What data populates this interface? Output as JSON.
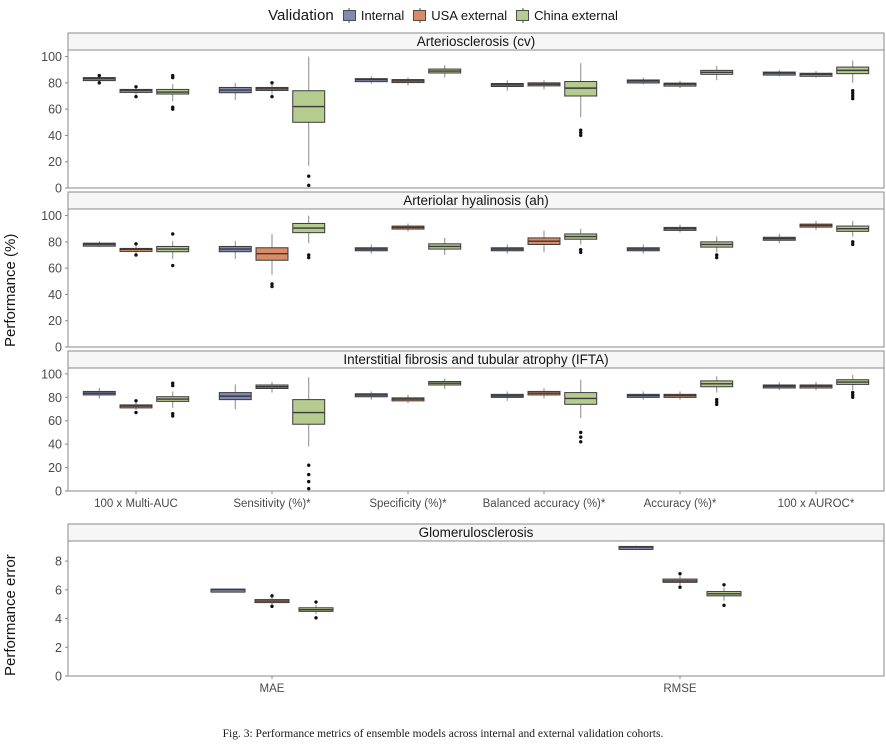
{
  "legend": {
    "title": "Validation",
    "items": [
      {
        "label": "Internal",
        "color": "#8289b5"
      },
      {
        "label": "USA external",
        "color": "#d98b63"
      },
      {
        "label": "China external",
        "color": "#b5cc8e"
      }
    ]
  },
  "axis_titles": {
    "y_top": "Performance (%)",
    "y_bottom": "Performance error"
  },
  "caption": "Fig. 3: Performance metrics of ensemble models across internal and external validation cohorts.",
  "chart_data": {
    "type": "box",
    "title": "Performance metrics of ensemble models across internal and external validation cohorts",
    "ylabel": "Performance (%)",
    "legend_position": "top",
    "grid": false,
    "series_names": [
      "Internal",
      "USA external",
      "China external"
    ],
    "series_colors": [
      "#8289b5",
      "#d98b63",
      "#b5cc8e"
    ],
    "panels": [
      {
        "title": "Arteriosclerosis (cv)",
        "ylabel": "Performance (%)",
        "ylim": [
          0,
          105
        ],
        "yticks": [
          0,
          20,
          40,
          60,
          80,
          100
        ],
        "categories": [
          "100 x Multi-AUC",
          "Sensitivity (%)*",
          "Specificity (%)*",
          "Balanced accuracy (%)*",
          "Accuracy (%)*",
          "100 x AUROC*"
        ],
        "boxes": [
          {
            "category": "100 x Multi-AUC",
            "series": "Internal",
            "min": 80.5,
            "q1": 82.5,
            "median": 83.3,
            "q3": 84.0,
            "max": 85.0,
            "outliers": [
              80.0,
              85.5
            ]
          },
          {
            "category": "100 x Multi-AUC",
            "series": "USA external",
            "min": 70.5,
            "q1": 73.3,
            "median": 74.2,
            "q3": 75.0,
            "max": 76.5,
            "outliers": [
              69.5,
              77.0
            ]
          },
          {
            "category": "100 x Multi-AUC",
            "series": "China external",
            "min": 66.0,
            "q1": 71.5,
            "median": 73.0,
            "q3": 75.0,
            "max": 79.0,
            "outliers": [
              60.0,
              61.5,
              84.0,
              85.5
            ]
          },
          {
            "category": "Sensitivity (%)*",
            "series": "Internal",
            "min": 67.0,
            "q1": 72.5,
            "median": 74.5,
            "q3": 76.5,
            "max": 80.0,
            "outliers": []
          },
          {
            "category": "Sensitivity (%)*",
            "series": "USA external",
            "min": 71.0,
            "q1": 74.5,
            "median": 75.5,
            "q3": 76.5,
            "max": 78.5,
            "outliers": [
              69.5,
              80.0
            ]
          },
          {
            "category": "Sensitivity (%)*",
            "series": "China external",
            "min": 17.0,
            "q1": 50.0,
            "median": 62.0,
            "q3": 74.0,
            "max": 100.0,
            "outliers": [
              2.0,
              9.0
            ]
          },
          {
            "category": "Specificity (%)*",
            "series": "Internal",
            "min": 79.5,
            "q1": 81.8,
            "median": 82.5,
            "q3": 83.2,
            "max": 85.0,
            "outliers": []
          },
          {
            "category": "Specificity (%)*",
            "series": "USA external",
            "min": 78.0,
            "q1": 80.5,
            "median": 81.5,
            "q3": 82.5,
            "max": 84.0,
            "outliers": []
          },
          {
            "category": "Specificity (%)*",
            "series": "China external",
            "min": 84.0,
            "q1": 87.5,
            "median": 89.0,
            "q3": 90.5,
            "max": 93.5,
            "outliers": []
          },
          {
            "category": "Balanced accuracy (%)*",
            "series": "Internal",
            "min": 74.0,
            "q1": 77.5,
            "median": 78.5,
            "q3": 79.5,
            "max": 82.0,
            "outliers": []
          },
          {
            "category": "Balanced accuracy (%)*",
            "series": "USA external",
            "min": 75.0,
            "q1": 78.0,
            "median": 79.0,
            "q3": 80.0,
            "max": 82.0,
            "outliers": []
          },
          {
            "category": "Balanced accuracy (%)*",
            "series": "China external",
            "min": 54.0,
            "q1": 70.0,
            "median": 76.0,
            "q3": 81.0,
            "max": 95.0,
            "outliers": [
              40.0,
              42.0,
              44.0
            ]
          },
          {
            "category": "Accuracy (%)*",
            "series": "Internal",
            "min": 79.0,
            "q1": 80.8,
            "median": 81.5,
            "q3": 82.2,
            "max": 84.0,
            "outliers": []
          },
          {
            "category": "Accuracy (%)*",
            "series": "USA external",
            "min": 76.0,
            "q1": 78.2,
            "median": 79.0,
            "q3": 79.8,
            "max": 81.5,
            "outliers": []
          },
          {
            "category": "Accuracy (%)*",
            "series": "China external",
            "min": 82.0,
            "q1": 86.5,
            "median": 88.0,
            "q3": 89.5,
            "max": 93.0,
            "outliers": []
          },
          {
            "category": "100 x AUROC*",
            "series": "Internal",
            "min": 85.0,
            "q1": 86.8,
            "median": 87.5,
            "q3": 88.2,
            "max": 90.0,
            "outliers": []
          },
          {
            "category": "100 x AUROC*",
            "series": "USA external",
            "min": 84.0,
            "q1": 85.8,
            "median": 86.5,
            "q3": 87.3,
            "max": 89.0,
            "outliers": []
          },
          {
            "category": "100 x AUROC*",
            "series": "China external",
            "min": 80.0,
            "q1": 87.0,
            "median": 89.5,
            "q3": 92.0,
            "max": 97.0,
            "outliers": [
              68.0,
              70.0,
              72.0,
              74.0
            ]
          }
        ]
      },
      {
        "title": "Arteriolar hyalinosis (ah)",
        "ylabel": "Performance (%)",
        "ylim": [
          0,
          105
        ],
        "yticks": [
          0,
          20,
          40,
          60,
          80,
          100
        ],
        "categories": [
          "100 x Multi-AUC",
          "Sensitivity (%)*",
          "Specificity (%)*",
          "Balanced accuracy (%)*",
          "Accuracy (%)*",
          "100 x AUROC*"
        ],
        "boxes": [
          {
            "category": "100 x Multi-AUC",
            "series": "Internal",
            "min": 76.0,
            "q1": 77.5,
            "median": 78.2,
            "q3": 79.0,
            "max": 80.5,
            "outliers": []
          },
          {
            "category": "100 x Multi-AUC",
            "series": "USA external",
            "min": 71.5,
            "q1": 73.5,
            "median": 74.3,
            "q3": 75.0,
            "max": 77.0,
            "outliers": [
              70.0,
              78.5
            ]
          },
          {
            "category": "100 x Multi-AUC",
            "series": "China external",
            "min": 67.0,
            "q1": 72.5,
            "median": 74.5,
            "q3": 76.5,
            "max": 80.5,
            "outliers": [
              62.0,
              86.0
            ]
          },
          {
            "category": "Sensitivity (%)*",
            "series": "Internal",
            "min": 67.0,
            "q1": 72.5,
            "median": 74.5,
            "q3": 76.5,
            "max": 80.5,
            "outliers": []
          },
          {
            "category": "Sensitivity (%)*",
            "series": "USA external",
            "min": 55.0,
            "q1": 66.0,
            "median": 71.0,
            "q3": 75.5,
            "max": 86.0,
            "outliers": [
              46.0,
              48.0
            ]
          },
          {
            "category": "Sensitivity (%)*",
            "series": "China external",
            "min": 79.0,
            "q1": 87.0,
            "median": 90.5,
            "q3": 94.0,
            "max": 100.0,
            "outliers": [
              68.0,
              70.0
            ]
          },
          {
            "category": "Specificity (%)*",
            "series": "Internal",
            "min": 71.0,
            "q1": 73.5,
            "median": 74.5,
            "q3": 75.5,
            "max": 78.0,
            "outliers": []
          },
          {
            "category": "Specificity (%)*",
            "series": "USA external",
            "min": 88.0,
            "q1": 90.0,
            "median": 91.0,
            "q3": 92.0,
            "max": 94.0,
            "outliers": []
          },
          {
            "category": "Specificity (%)*",
            "series": "China external",
            "min": 70.0,
            "q1": 74.5,
            "median": 76.5,
            "q3": 78.5,
            "max": 83.0,
            "outliers": []
          },
          {
            "category": "Balanced accuracy (%)*",
            "series": "Internal",
            "min": 71.0,
            "q1": 73.5,
            "median": 74.5,
            "q3": 75.5,
            "max": 78.0,
            "outliers": []
          },
          {
            "category": "Balanced accuracy (%)*",
            "series": "USA external",
            "min": 72.0,
            "q1": 78.0,
            "median": 80.5,
            "q3": 83.0,
            "max": 88.5,
            "outliers": []
          },
          {
            "category": "Balanced accuracy (%)*",
            "series": "China external",
            "min": 78.0,
            "q1": 82.0,
            "median": 84.0,
            "q3": 86.0,
            "max": 90.0,
            "outliers": [
              72.0,
              74.0
            ]
          },
          {
            "category": "Accuracy (%)*",
            "series": "Internal",
            "min": 71.0,
            "q1": 73.5,
            "median": 74.5,
            "q3": 75.5,
            "max": 78.0,
            "outliers": []
          },
          {
            "category": "Accuracy (%)*",
            "series": "USA external",
            "min": 87.0,
            "q1": 89.0,
            "median": 90.0,
            "q3": 91.0,
            "max": 93.0,
            "outliers": []
          },
          {
            "category": "Accuracy (%)*",
            "series": "China external",
            "min": 72.0,
            "q1": 76.0,
            "median": 78.0,
            "q3": 80.0,
            "max": 84.0,
            "outliers": [
              68.0,
              70.0
            ]
          },
          {
            "category": "100 x AUROC*",
            "series": "Internal",
            "min": 79.0,
            "q1": 81.5,
            "median": 82.5,
            "q3": 83.5,
            "max": 86.0,
            "outliers": []
          },
          {
            "category": "100 x AUROC*",
            "series": "USA external",
            "min": 89.0,
            "q1": 91.5,
            "median": 92.5,
            "q3": 93.5,
            "max": 96.0,
            "outliers": []
          },
          {
            "category": "100 x AUROC*",
            "series": "China external",
            "min": 84.0,
            "q1": 88.0,
            "median": 90.0,
            "q3": 92.0,
            "max": 96.0,
            "outliers": [
              78.0,
              80.0
            ]
          }
        ]
      },
      {
        "title": "Interstitial fibrosis and tubular atrophy (IFTA)",
        "ylabel": "Performance (%)",
        "ylim": [
          0,
          105
        ],
        "yticks": [
          0,
          20,
          40,
          60,
          80,
          100
        ],
        "categories": [
          "100 x Multi-AUC",
          "Sensitivity (%)*",
          "Specificity (%)*",
          "Balanced accuracy (%)*",
          "Accuracy (%)*",
          "100 x AUROC*"
        ],
        "boxes": [
          {
            "category": "100 x Multi-AUC",
            "series": "Internal",
            "min": 79.0,
            "q1": 82.0,
            "median": 83.5,
            "q3": 85.0,
            "max": 88.0,
            "outliers": []
          },
          {
            "category": "100 x Multi-AUC",
            "series": "USA external",
            "min": 69.0,
            "q1": 71.5,
            "median": 72.5,
            "q3": 73.5,
            "max": 76.0,
            "outliers": [
              67.0,
              77.0
            ]
          },
          {
            "category": "100 x Multi-AUC",
            "series": "China external",
            "min": 71.0,
            "q1": 76.5,
            "median": 78.5,
            "q3": 80.5,
            "max": 85.0,
            "outliers": [
              64.0,
              66.0,
              90.0,
              92.0
            ]
          },
          {
            "category": "Sensitivity (%)*",
            "series": "Internal",
            "min": 70.0,
            "q1": 78.0,
            "median": 81.0,
            "q3": 84.0,
            "max": 91.0,
            "outliers": []
          },
          {
            "category": "Sensitivity (%)*",
            "series": "USA external",
            "min": 84.0,
            "q1": 87.5,
            "median": 89.0,
            "q3": 90.5,
            "max": 93.0,
            "outliers": []
          },
          {
            "category": "Sensitivity (%)*",
            "series": "China external",
            "min": 38.0,
            "q1": 57.0,
            "median": 67.0,
            "q3": 78.0,
            "max": 97.0,
            "outliers": [
              2.0,
              8.0,
              14.0,
              22.0
            ]
          },
          {
            "category": "Specificity (%)*",
            "series": "Internal",
            "min": 78.0,
            "q1": 80.8,
            "median": 82.0,
            "q3": 83.0,
            "max": 85.0,
            "outliers": []
          },
          {
            "category": "Specificity (%)*",
            "series": "USA external",
            "min": 75.0,
            "q1": 77.5,
            "median": 78.5,
            "q3": 79.5,
            "max": 82.0,
            "outliers": []
          },
          {
            "category": "Specificity (%)*",
            "series": "China external",
            "min": 87.0,
            "q1": 90.5,
            "median": 92.0,
            "q3": 93.5,
            "max": 96.0,
            "outliers": []
          },
          {
            "category": "Balanced accuracy (%)*",
            "series": "Internal",
            "min": 77.0,
            "q1": 80.0,
            "median": 81.2,
            "q3": 82.5,
            "max": 85.0,
            "outliers": []
          },
          {
            "category": "Balanced accuracy (%)*",
            "series": "USA external",
            "min": 79.0,
            "q1": 82.0,
            "median": 83.5,
            "q3": 85.0,
            "max": 88.0,
            "outliers": []
          },
          {
            "category": "Balanced accuracy (%)*",
            "series": "China external",
            "min": 62.0,
            "q1": 74.0,
            "median": 79.0,
            "q3": 84.0,
            "max": 95.0,
            "outliers": [
              42.0,
              46.0,
              50.0
            ]
          },
          {
            "category": "Accuracy (%)*",
            "series": "Internal",
            "min": 78.0,
            "q1": 80.5,
            "median": 81.5,
            "q3": 82.5,
            "max": 85.0,
            "outliers": []
          },
          {
            "category": "Accuracy (%)*",
            "series": "USA external",
            "min": 78.0,
            "q1": 80.5,
            "median": 81.5,
            "q3": 82.5,
            "max": 85.0,
            "outliers": []
          },
          {
            "category": "Accuracy (%)*",
            "series": "China external",
            "min": 84.0,
            "q1": 89.0,
            "median": 91.5,
            "q3": 94.0,
            "max": 98.0,
            "outliers": [
              74.0,
              76.0,
              78.0
            ]
          },
          {
            "category": "100 x AUROC*",
            "series": "Internal",
            "min": 86.0,
            "q1": 88.5,
            "median": 89.5,
            "q3": 90.5,
            "max": 93.0,
            "outliers": []
          },
          {
            "category": "100 x AUROC*",
            "series": "USA external",
            "min": 86.0,
            "q1": 88.5,
            "median": 89.5,
            "q3": 90.5,
            "max": 93.0,
            "outliers": []
          },
          {
            "category": "100 x AUROC*",
            "series": "China external",
            "min": 86.0,
            "q1": 91.0,
            "median": 93.0,
            "q3": 95.0,
            "max": 99.0,
            "outliers": [
              80.0,
              82.0,
              84.0
            ]
          }
        ]
      },
      {
        "title": "Glomerulosclerosis",
        "ylabel": "Performance error",
        "ylim": [
          0,
          9.4
        ],
        "yticks": [
          0,
          2,
          4,
          6,
          8
        ],
        "categories": [
          "MAE",
          "RMSE"
        ],
        "boxes": [
          {
            "category": "MAE",
            "series": "Internal",
            "min": 5.95,
            "q1": 5.98,
            "median": 6.02,
            "q3": 6.05,
            "max": 6.08,
            "outliers": []
          },
          {
            "category": "MAE",
            "series": "USA external",
            "min": 4.95,
            "q1": 5.12,
            "median": 5.22,
            "q3": 5.32,
            "max": 5.48,
            "outliers": [
              4.85,
              5.58
            ]
          },
          {
            "category": "MAE",
            "series": "China external",
            "min": 4.3,
            "q1": 4.5,
            "median": 4.62,
            "q3": 4.75,
            "max": 4.95,
            "outliers": [
              4.05,
              5.15
            ]
          },
          {
            "category": "RMSE",
            "series": "Internal",
            "min": 8.88,
            "q1": 8.93,
            "median": 8.98,
            "q3": 9.02,
            "max": 9.08,
            "outliers": []
          },
          {
            "category": "RMSE",
            "series": "USA external",
            "min": 6.3,
            "q1": 6.52,
            "median": 6.62,
            "q3": 6.75,
            "max": 6.95,
            "outliers": [
              6.18,
              7.12
            ]
          },
          {
            "category": "RMSE",
            "series": "China external",
            "min": 5.25,
            "q1": 5.58,
            "median": 5.72,
            "q3": 5.88,
            "max": 6.15,
            "outliers": [
              4.92,
              6.35
            ]
          }
        ]
      }
    ]
  }
}
